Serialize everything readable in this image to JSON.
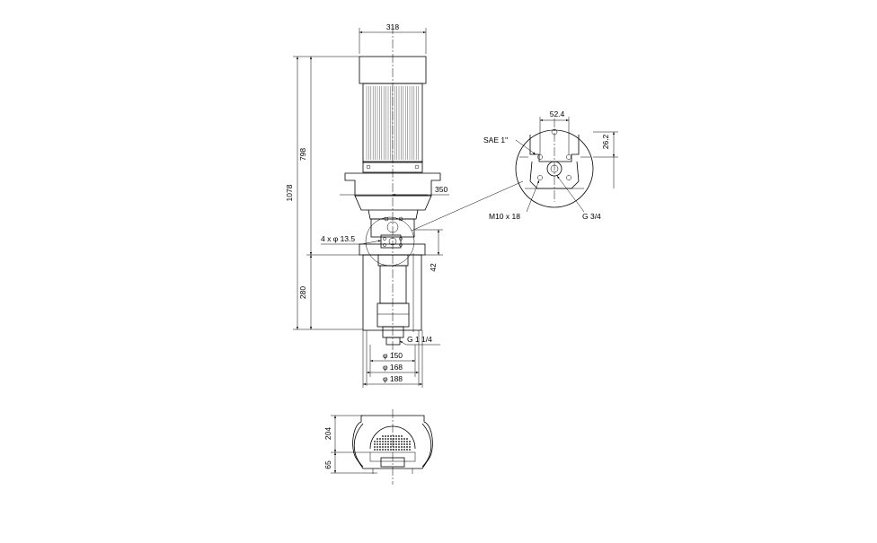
{
  "dimensions": {
    "motor_width": "318",
    "overall_height": "1078",
    "motor_height": "798",
    "head_offset": "350",
    "flange_height": "42",
    "immersion_depth": "280",
    "bolt_holes": "4 x φ 13.5",
    "outlet_thread": "G 1 1/4",
    "dia_150": "φ  150",
    "dia_168": "φ  168",
    "dia_188": "φ  188",
    "plan_depth": "204",
    "plan_offset": "65"
  },
  "detail": {
    "flange_label": "SAE 1\"",
    "hole_spacing": "52.4",
    "hole_offset": "26.2",
    "screw_label": "M10 x 18",
    "port_thread": "G 3/4"
  }
}
